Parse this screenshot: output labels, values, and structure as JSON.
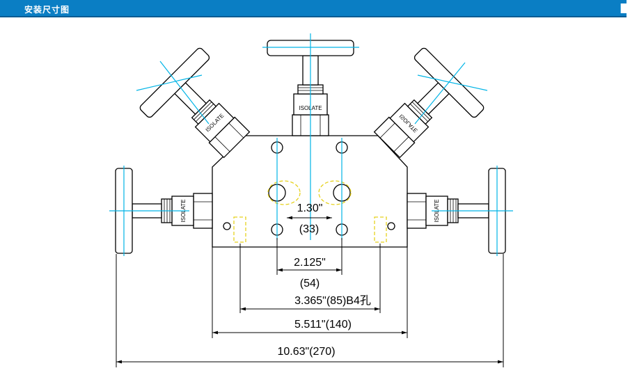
{
  "header": {
    "title": "安装尺寸图",
    "bar_color": "#0a7ec4"
  },
  "drawing": {
    "valve_label": "ISOLATE",
    "dimensions": {
      "hole_spacing": {
        "inch": "1.30\"",
        "mm": "(33)"
      },
      "port_spacing": {
        "inch": "2.125\"",
        "mm": "(54)"
      },
      "mount_spacing": "3.365\"(85)B4孔",
      "body_width": "5.511\"(140)",
      "overall_width": "10.63\"(270)"
    },
    "colors": {
      "outline": "#000000",
      "centerline": "#00b4e6",
      "highlight": "#e6d21e"
    }
  }
}
